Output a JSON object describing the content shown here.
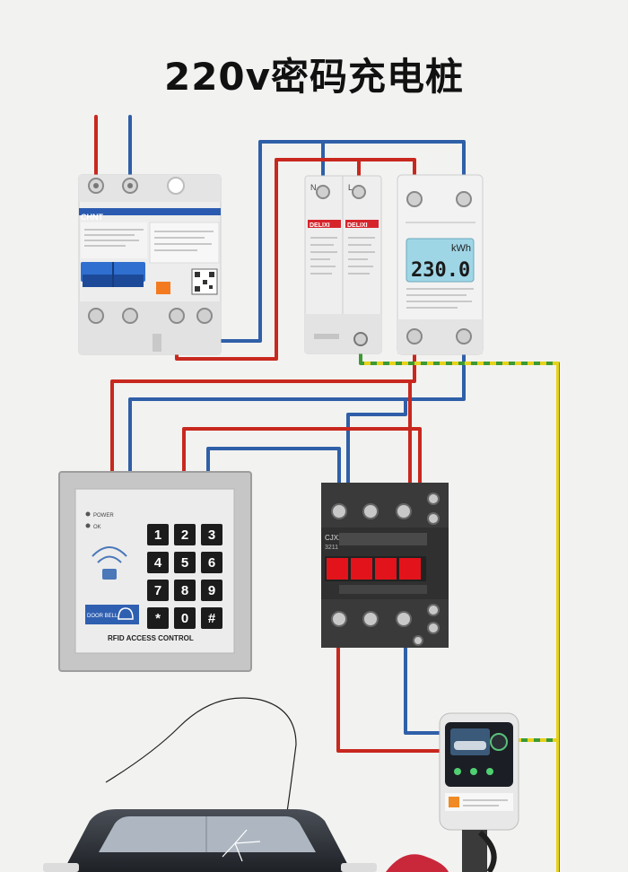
{
  "title": "220v密码充电桩",
  "breaker": {
    "brand": "CHNT"
  },
  "spd": {
    "brand_left": "DELIXI",
    "brand_right": "DELIXI",
    "terminal_n": "N",
    "terminal_l": "L"
  },
  "meter": {
    "unit": "kWh",
    "reading": "230.0"
  },
  "keypad": {
    "led_power": "POWER",
    "led_ok": "OK",
    "keys": [
      "1",
      "2",
      "3",
      "4",
      "5",
      "6",
      "7",
      "8",
      "9",
      "*",
      "0",
      "#"
    ],
    "door_bell": "DOOR BELL",
    "caption": "RFID ACCESS CONTROL"
  },
  "contactor": {
    "model": "CJX2",
    "model_sub": "3211"
  },
  "colors": {
    "live_wire": "#c8281e",
    "neutral_wire": "#2f5fa8",
    "ground_wire_yellow": "#e8d21a",
    "ground_wire_green": "#3c9a35",
    "meter_lcd": "#9fd6e6",
    "contactor_red": "#e3131b"
  }
}
